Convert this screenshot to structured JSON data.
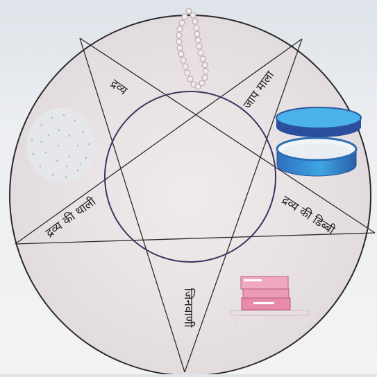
{
  "diagram": {
    "labels": {
      "top_left": "द्रव्य",
      "top_right": "जाप माला",
      "right": "द्रव्य की डिब्बी",
      "bottom": "जिनवाणी",
      "left": "द्रव्य की थाली"
    },
    "items": {
      "top": "rosary-beads",
      "upper_right": "round-box",
      "lower_right": "scripture-stand",
      "upper_left": "rice-heap"
    },
    "colors": {
      "disc": "#e8e2e4",
      "line": "#2a2a2a",
      "inner_circle": "#3a3560",
      "box": "#3aa8e0",
      "book": "#e27aa0"
    }
  }
}
